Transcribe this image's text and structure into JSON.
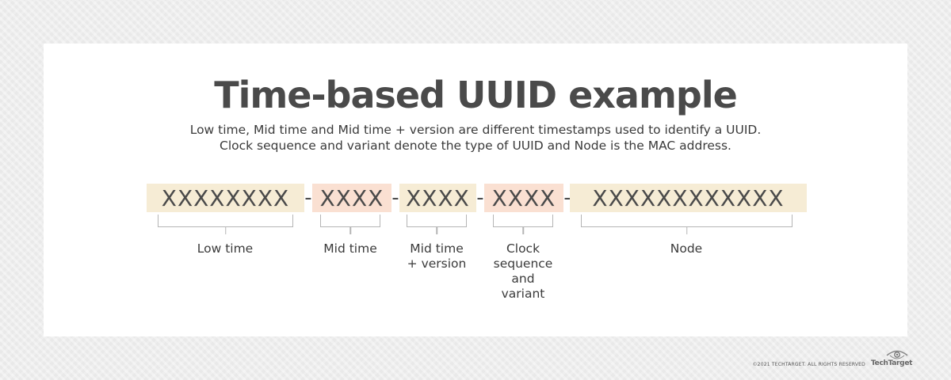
{
  "title": "Time-based UUID example",
  "subtitle_lines": [
    "Low time, Mid time and Mid time + version are different timestamps used to identify a UUID.",
    "Clock sequence and variant denote the type of UUID and Node is the MAC address."
  ],
  "separator": "-",
  "segments": [
    {
      "text": "XXXXXXXX",
      "color": "#f6ecd5",
      "label_lines": [
        "Low time"
      ]
    },
    {
      "text": "XXXX",
      "color": "#fae0d2",
      "label_lines": [
        "Mid time"
      ]
    },
    {
      "text": "XXXX",
      "color": "#f6ecd5",
      "label_lines": [
        "Mid time",
        "+ version"
      ]
    },
    {
      "text": "XXXX",
      "color": "#fae0d2",
      "label_lines": [
        "Clock",
        "sequence",
        "and",
        "variant"
      ]
    },
    {
      "text": "XXXXXXXXXXXX",
      "color": "#f6ecd5",
      "label_lines": [
        "Node"
      ]
    }
  ],
  "footer": {
    "copyright": "©2021 TECHTARGET. ALL RIGHTS RESERVED",
    "logo_text": "TechTarget",
    "logo_icon": "eye-icon"
  }
}
